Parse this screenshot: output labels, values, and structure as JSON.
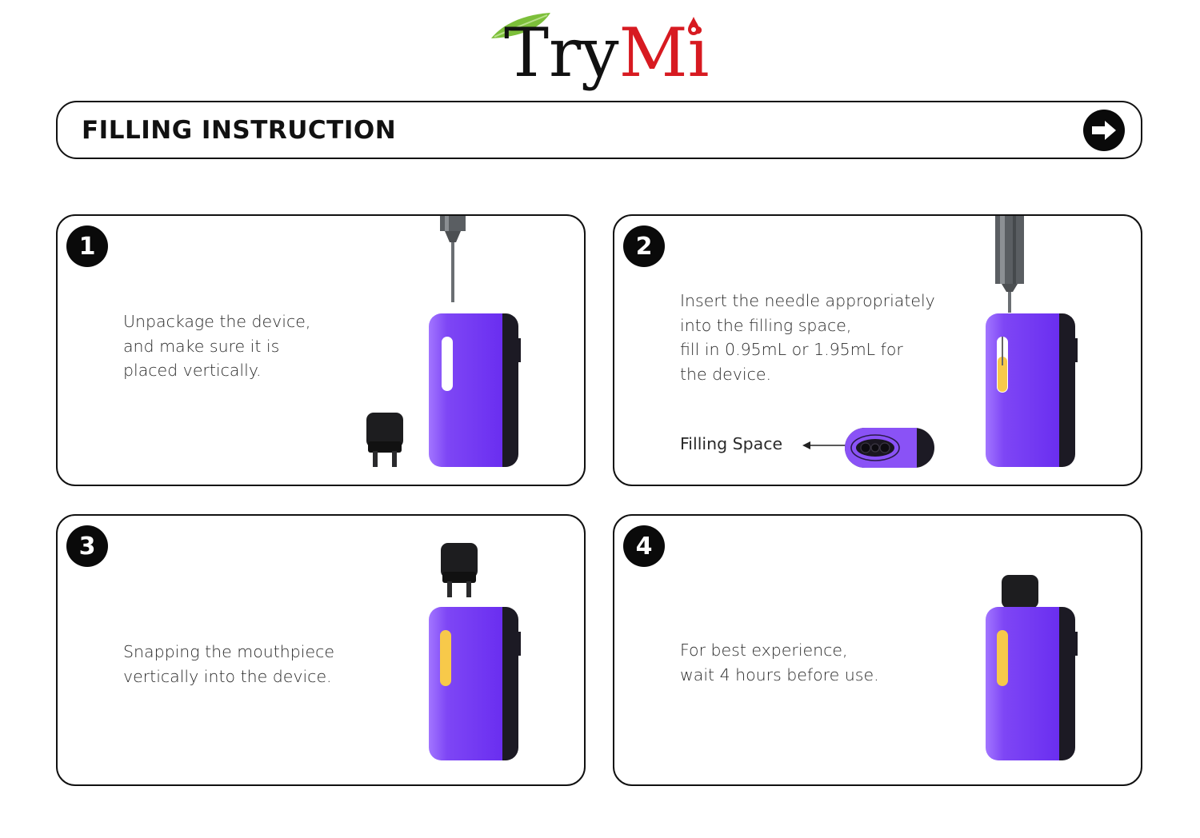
{
  "logo": {
    "brand_dark": "Try",
    "brand_red": "Mi",
    "colors": {
      "dark": "#111111",
      "red": "#d71a21",
      "leaf": "#7cbf3a"
    }
  },
  "header": {
    "title": "FILLING INSTRUCTION",
    "next_icon": "arrow-right-circle-icon"
  },
  "colors": {
    "device_purple": "#7b3ff2",
    "device_side": "#1c1a24",
    "oil_yellow": "#f7c94a",
    "border": "#111111"
  },
  "steps": [
    {
      "number": "1",
      "lines": [
        "Unpackage the device,",
        "and make sure it is",
        "placed vertically."
      ]
    },
    {
      "number": "2",
      "lines": [
        "Insert the needle appropriately",
        "into the filling space,",
        "fill in 0.95mL or 1.95mL for",
        "the device."
      ],
      "callout": "Filling Space"
    },
    {
      "number": "3",
      "lines": [
        "Snapping the mouthpiece",
        "vertically into the device."
      ]
    },
    {
      "number": "4",
      "lines": [
        "For best experience,",
        "wait 4 hours before use."
      ]
    }
  ]
}
